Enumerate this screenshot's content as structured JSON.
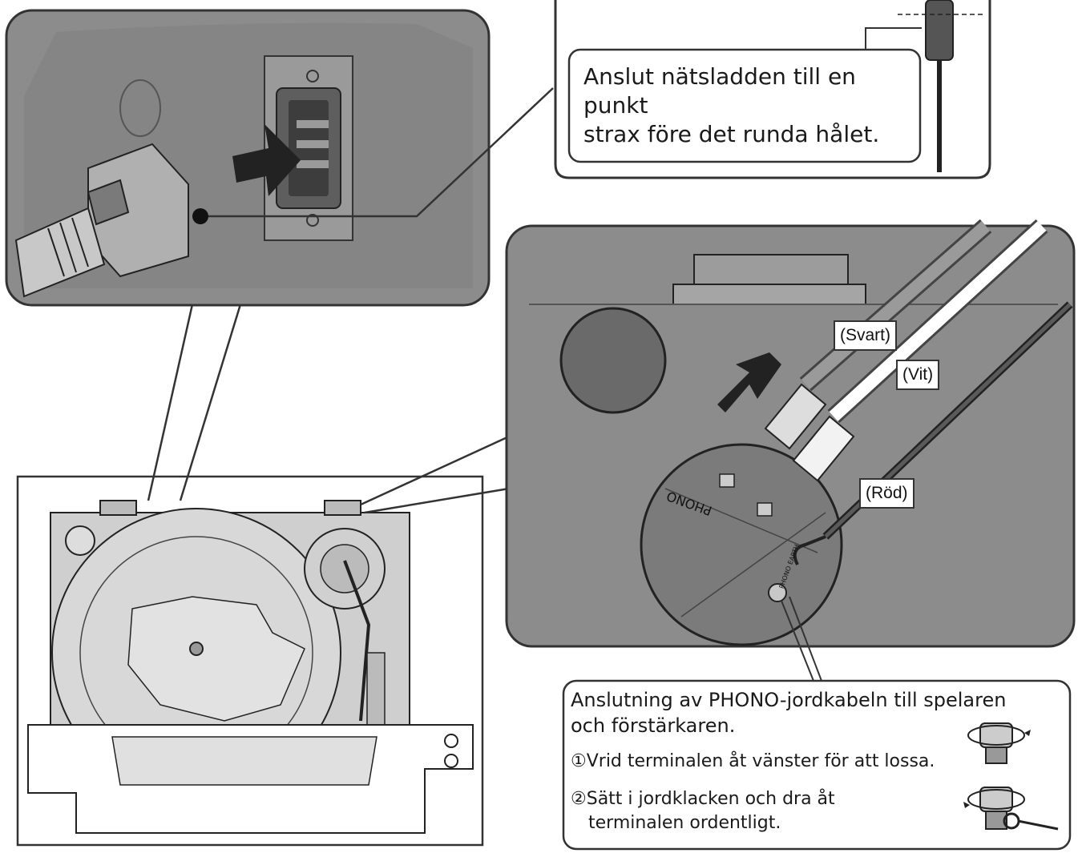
{
  "power_note": {
    "text_line1": "Anslut nätsladden till en punkt",
    "text_line2": "strax före det runda hålet."
  },
  "phono_panel": {
    "label_black": "(Svart)",
    "label_white": "(Vit)",
    "label_red": "(Röd)",
    "panel_print_phono": "PHONO",
    "panel_print_earth": "PHONO EARTH"
  },
  "earth_note": {
    "title_line1": "Anslutning av PHONO-jordkabeln till spelaren",
    "title_line2": "och förstärkaren.",
    "step1": "①Vrid terminalen åt vänster för att lossa.",
    "step2_line1": "②Sätt i jordklacken och dra åt",
    "step2_line2": "terminalen ordentligt."
  },
  "colors": {
    "line": "#333333",
    "panel_gray": "#8a8a8a",
    "panel_dark": "#6e6e6e",
    "deck_gray": "#c9c9c9",
    "arrow": "#222222"
  }
}
